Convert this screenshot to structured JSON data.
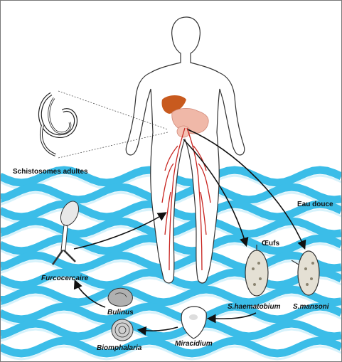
{
  "labels": {
    "adult_worms": "Schistosomes adultes",
    "fresh_water": "Eau douce",
    "eggs": "Œufs",
    "furcocercaire": "Furcocercaire",
    "haematobium": "S.haematobium",
    "mansoni": "S.mansoni",
    "bulinus": "Bulinus",
    "biomphalaria": "Biomphalaria",
    "miracidium": "Miracidium"
  },
  "colors": {
    "water_dark": "#3bbde8",
    "water_light": "#d6f2fb",
    "vessels": "#c8241f",
    "liver": "#c85a1e",
    "intestine": "#f0b8a8",
    "arrow": "#111111"
  }
}
